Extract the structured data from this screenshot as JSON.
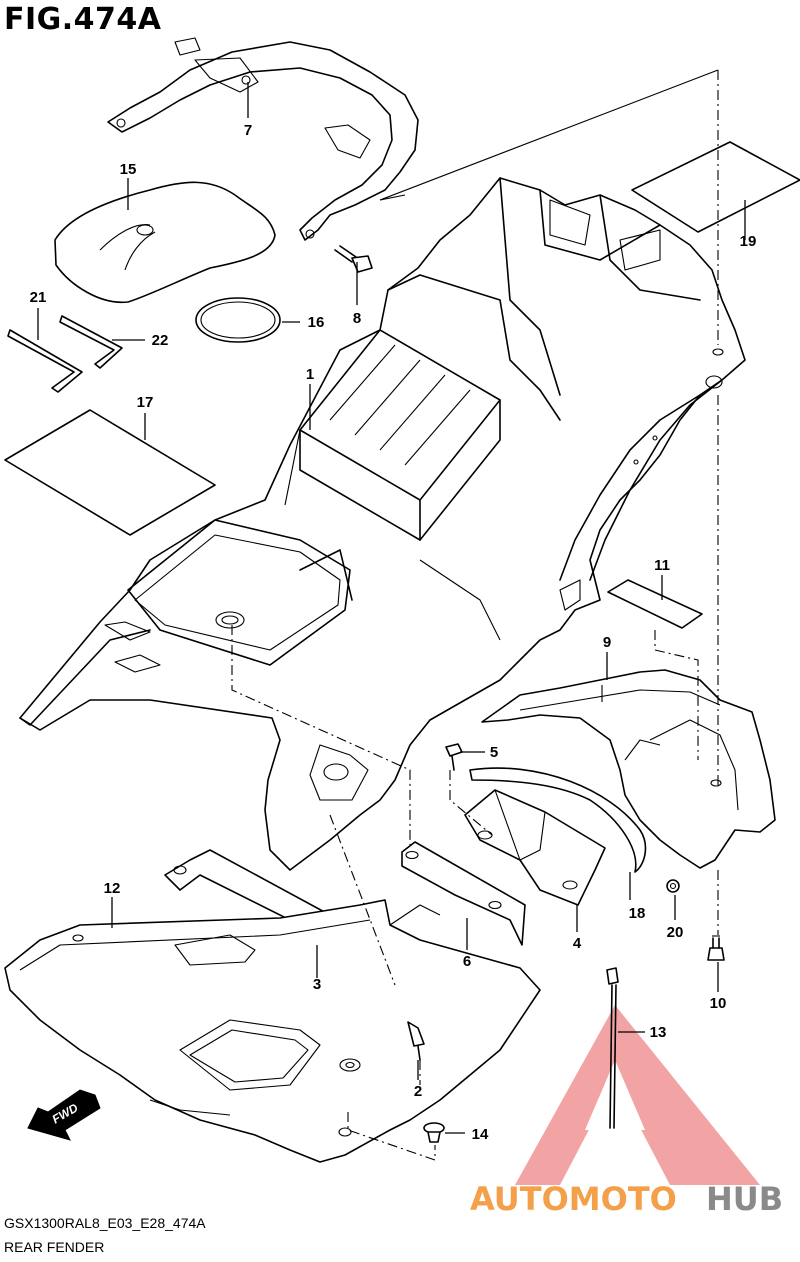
{
  "figure": {
    "title": "FIG.474A",
    "code": "GSX1300RAL8_E03_E28_474A",
    "name": "REAR FENDER"
  },
  "callouts": [
    "1",
    "2",
    "3",
    "4",
    "5",
    "6",
    "7",
    "8",
    "9",
    "10",
    "11",
    "12",
    "13",
    "14",
    "15",
    "16",
    "17",
    "18",
    "19",
    "20",
    "21",
    "22"
  ],
  "direction_badge": "FWD",
  "watermark": {
    "text_part1": "AUTOMOTO",
    "text_part2": "HUB",
    "color_primary": "#f4a04a",
    "color_secondary": "#8a8a8a",
    "logo_color": "#e85a5a"
  },
  "colors": {
    "line": "#000000",
    "background": "#ffffff"
  }
}
